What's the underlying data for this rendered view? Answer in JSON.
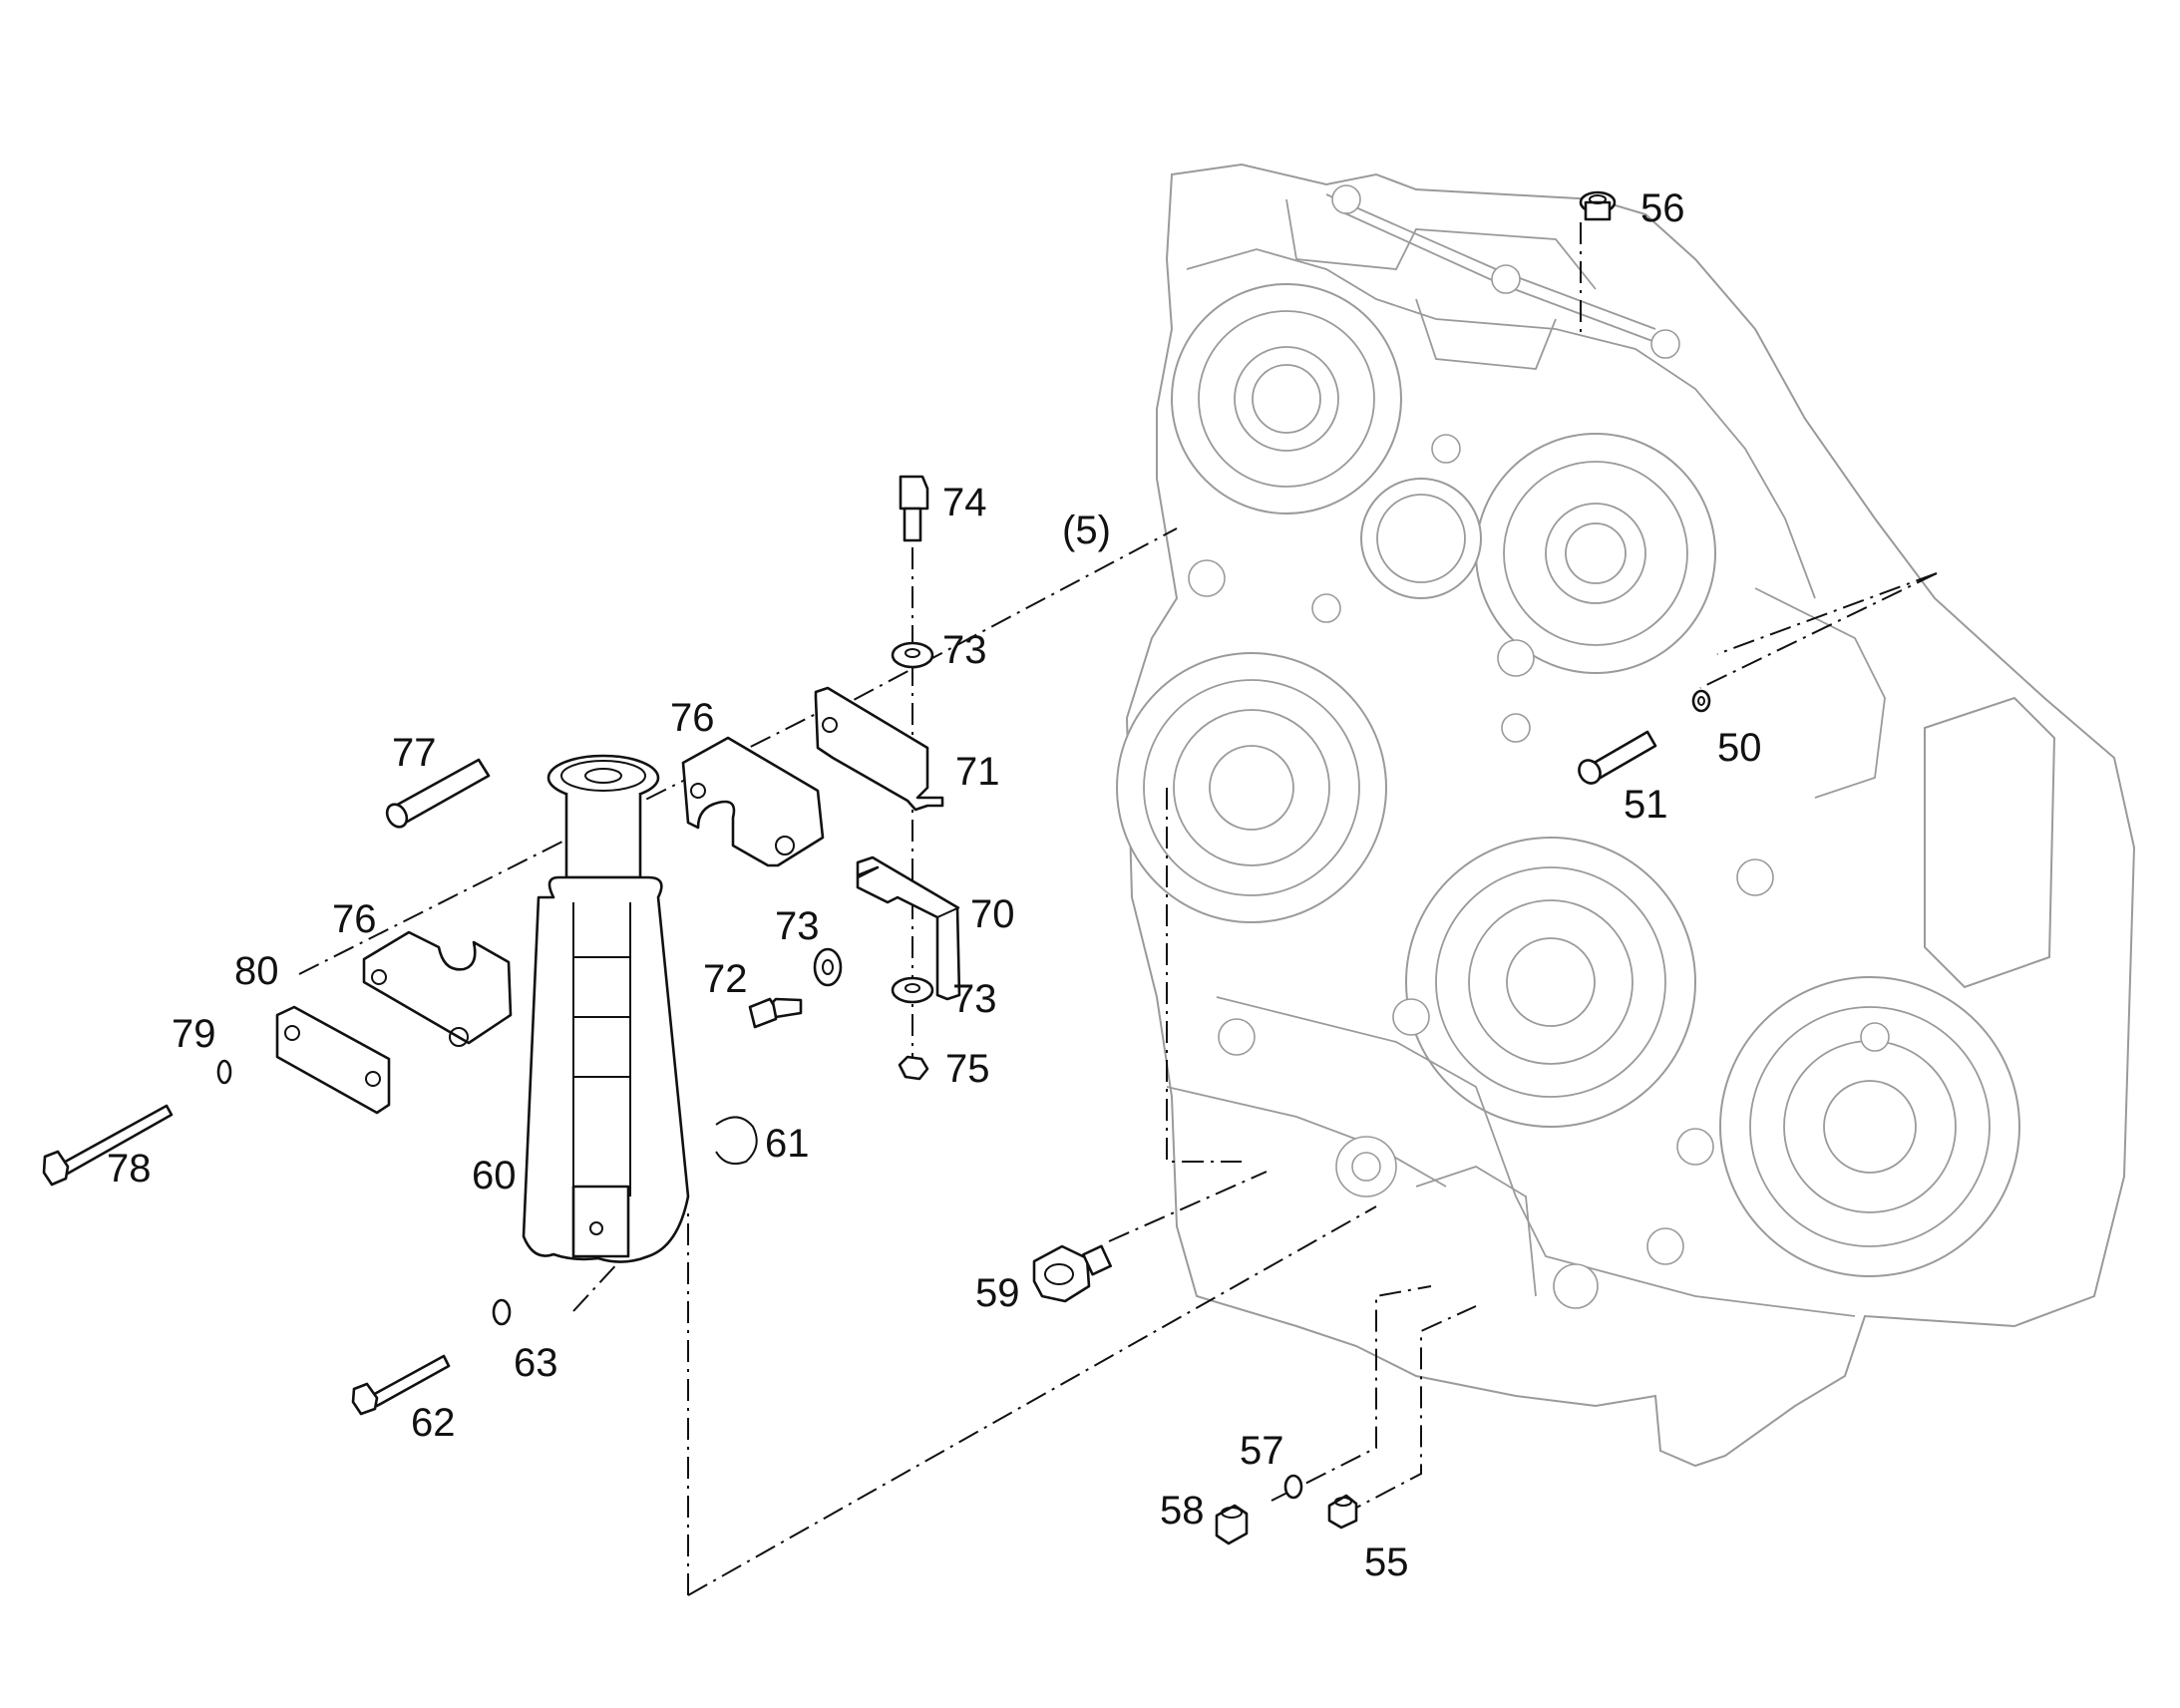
{
  "diagram": {
    "assembly_label": "(5)",
    "callouts": {
      "c50": "50",
      "c51": "51",
      "c55": "55",
      "c56": "56",
      "c57": "57",
      "c58": "58",
      "c59": "59",
      "c60": "60",
      "c61": "61",
      "c62": "62",
      "c63": "63",
      "c70": "70",
      "c71": "71",
      "c72": "72",
      "c73a": "73",
      "c73b": "73",
      "c73c": "73",
      "c74": "74",
      "c75": "75",
      "c76a": "76",
      "c76b": "76",
      "c77": "77",
      "c78": "78",
      "c79": "79",
      "c80": "80"
    }
  }
}
